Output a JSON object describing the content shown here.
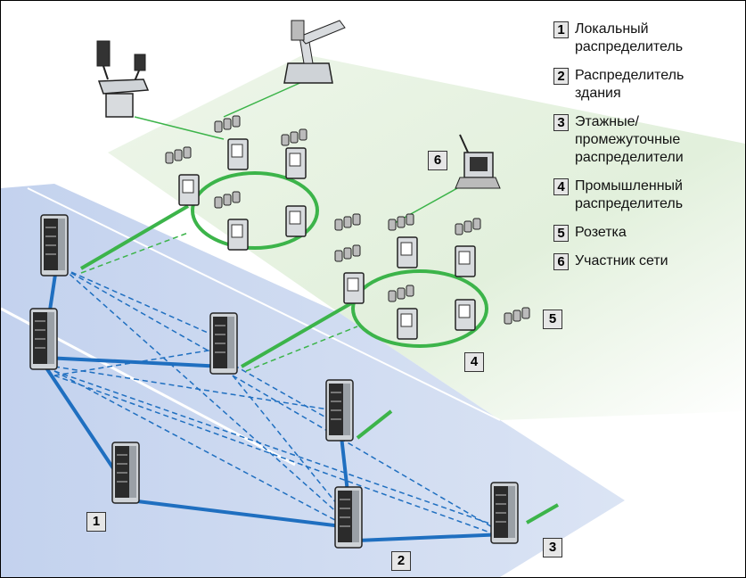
{
  "legend": [
    {
      "num": "1",
      "label_lines": [
        "Локальный",
        "распределитель"
      ]
    },
    {
      "num": "2",
      "label_lines": [
        "Распределитель",
        "здания"
      ]
    },
    {
      "num": "3",
      "label_lines": [
        "Этажные/",
        "промежуточные",
        "распределители"
      ]
    },
    {
      "num": "4",
      "label_lines": [
        "Промышленный",
        "распределитель"
      ]
    },
    {
      "num": "5",
      "label_lines": [
        "Розетка"
      ]
    },
    {
      "num": "6",
      "label_lines": [
        "Участник сети"
      ]
    }
  ],
  "tags": {
    "t1": "1",
    "t2": "2",
    "t3": "3",
    "t4": "4",
    "t5": "5",
    "t6": "6"
  },
  "colors": {
    "backbone": "#1f6fc0",
    "green_link": "#3cb44a",
    "blue_zone": "#c9d6ee",
    "green_zone": "#e4f1df",
    "cabinet": "#c8ccd0"
  }
}
